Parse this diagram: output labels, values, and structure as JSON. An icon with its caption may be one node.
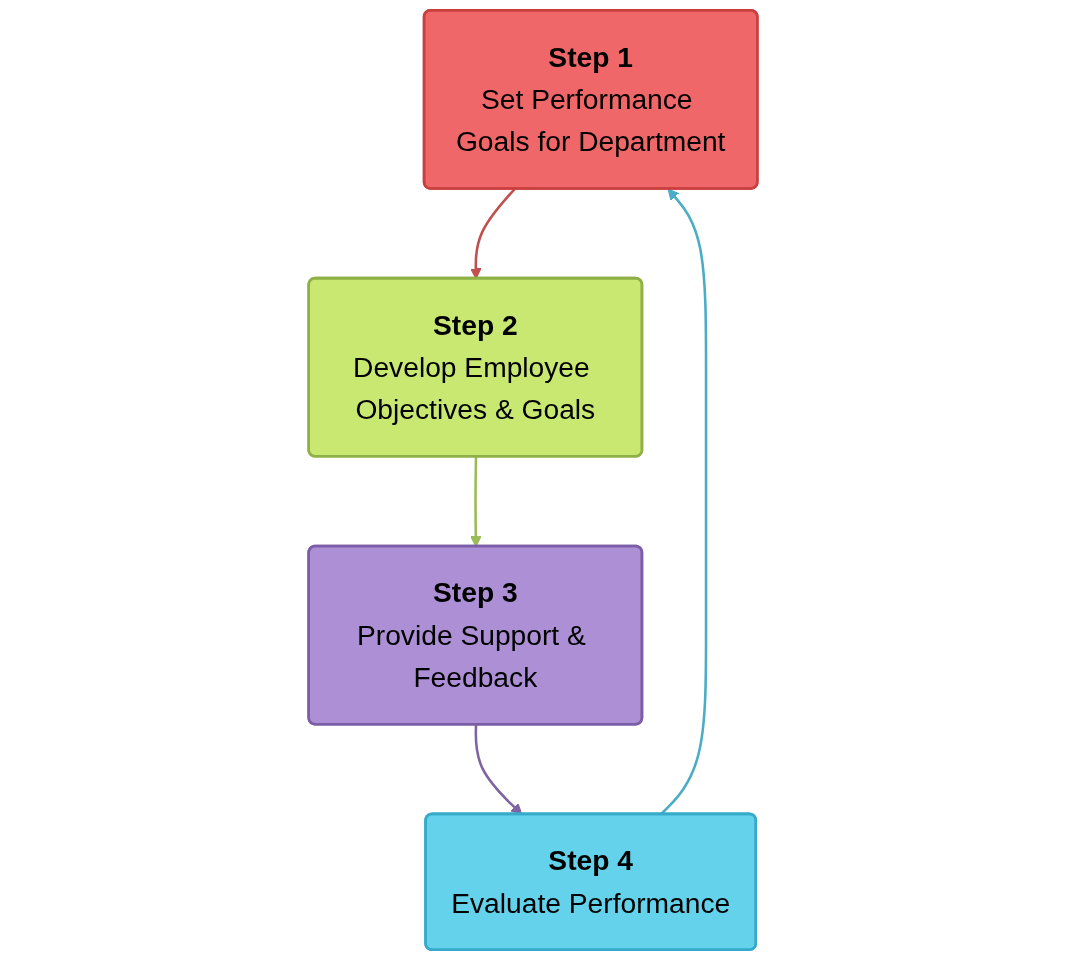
{
  "diagram": {
    "nodes": [
      {
        "text": [
          "Step 1",
          "Set Performance Goals for Department"
        ]
      },
      {
        "text": [
          "Step 2",
          "Develop Employee Objectives & Goals"
        ]
      },
      {
        "text": [
          "Step 3",
          "Provide Support & Feedback"
        ]
      },
      {
        "text": [
          "Step 4",
          "Evaluate Performance"
        ]
      }
    ],
    "edges": [
      {
        "from": 0,
        "to": 1,
        "arrow": "to",
        "color": "#c0504d"
      },
      {
        "from": 1,
        "to": 2,
        "arrow": "to",
        "color": "#9bbb59"
      },
      {
        "from": 2,
        "to": 3,
        "arrow": "to",
        "color": "#8064a2"
      },
      {
        "from": 3,
        "to": 0,
        "arrow": "to",
        "color": "#4bacc6"
      }
    ]
  }
}
